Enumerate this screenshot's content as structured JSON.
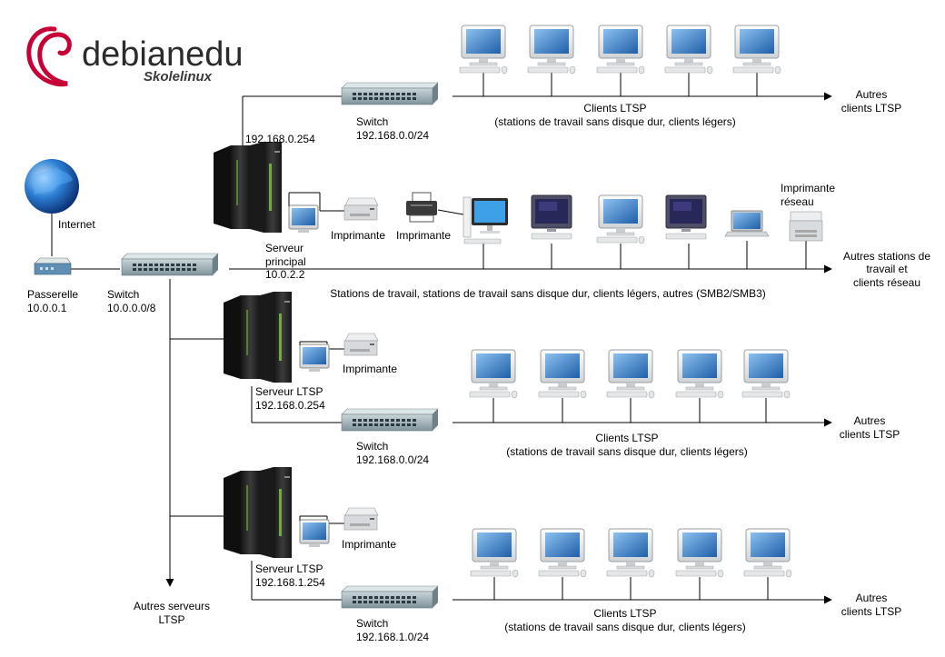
{
  "logo": {
    "brand": "debianedu",
    "sub": "Skolelinux",
    "accent": "#c70036"
  },
  "colors": {
    "line": "#000000",
    "screen": "#3d7fc6",
    "server": "#2a2a2a",
    "server_led": "#7ac143",
    "switch": "#8fa4ad"
  },
  "internet": {
    "label": "Internet"
  },
  "gateway": {
    "name": "Passerelle",
    "ip": "10.0.0.1"
  },
  "main_switch": {
    "name": "Switch",
    "net": "10.0.0.0/8"
  },
  "main_server": {
    "uplink_ip": "192.168.0.254",
    "name": "Serveur",
    "name2": "principal",
    "ip": "10.0.2.2"
  },
  "top_segment": {
    "switch_name": "Switch",
    "switch_net": "192.168.0.0/24",
    "clients_title": "Clients LTSP",
    "clients_desc": "(stations de travail sans disque dur, clients légers)",
    "arrow_label1": "Autres",
    "arrow_label2": "clients LTSP"
  },
  "lan_segment": {
    "printer1": "Imprimante",
    "printer2": "Imprimante",
    "net_printer1": "Imprimante",
    "net_printer2": "réseau",
    "desc": "Stations de travail, stations de travail sans disque dur, clients légers, autres (SMB2/SMB3)",
    "arrow_label1": "Autres stations de",
    "arrow_label2": "travail et",
    "arrow_label3": "clients réseau"
  },
  "ltsp1": {
    "printer": "Imprimante",
    "server_name": "Serveur LTSP",
    "server_ip": "192.168.0.254",
    "switch_name": "Switch",
    "switch_net": "192.168.0.0/24",
    "clients_title": "Clients LTSP",
    "clients_desc": "(stations de travail sans disque dur, clients légers)",
    "arrow_label1": "Autres",
    "arrow_label2": "clients LTSP"
  },
  "ltsp2": {
    "printer": "Imprimante",
    "server_name": "Serveur LTSP",
    "server_ip": "192.168.1.254",
    "switch_name": "Switch",
    "switch_net": "192.168.1.0/24",
    "clients_title": "Clients LTSP",
    "clients_desc": "(stations de travail sans disque dur, clients légers)",
    "arrow_label1": "Autres",
    "arrow_label2": "clients LTSP"
  },
  "other_servers": {
    "label1": "Autres serveurs",
    "label2": "LTSP"
  }
}
